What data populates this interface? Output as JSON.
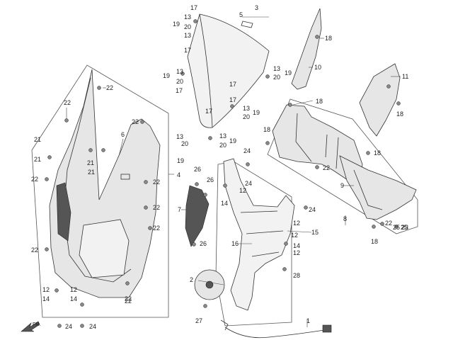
{
  "direction_label": "FR.",
  "callouts": [
    "1",
    "2",
    "3",
    "4",
    "5",
    "6",
    "7",
    "8",
    "9",
    "10",
    "11",
    "12",
    "13",
    "14",
    "15",
    "16",
    "17",
    "18",
    "19",
    "20",
    "21",
    "22",
    "23",
    "24",
    "25",
    "26",
    "27",
    "28"
  ]
}
